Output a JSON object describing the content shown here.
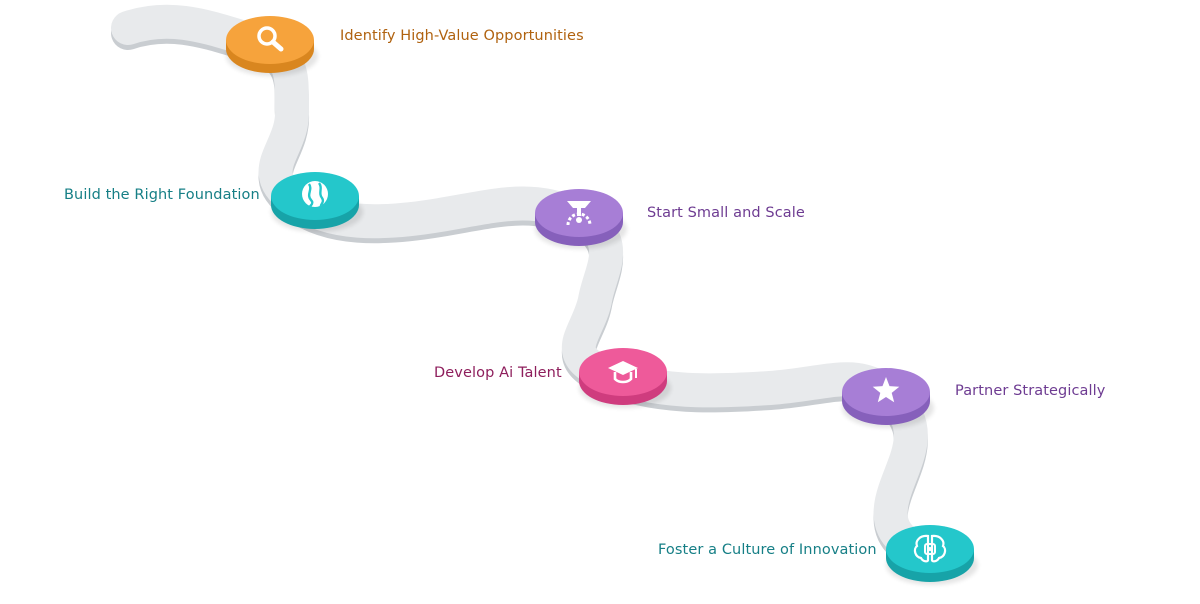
{
  "roadmap": {
    "steps": [
      {
        "label": "Identify High-Value Opportunities",
        "icon": "magnifier-icon",
        "color": "#F6A33C",
        "dark": "#D9861F",
        "text_color": "#B0620F"
      },
      {
        "label": "Build the Right Foundation",
        "icon": "globe-icon",
        "color": "#24C7CB",
        "dark": "#17A3A8",
        "text_color": "#167F86"
      },
      {
        "label": "Start Small and Scale",
        "icon": "scale-icon",
        "color": "#A77ED6",
        "dark": "#8660BB",
        "text_color": "#6E3C92"
      },
      {
        "label": "Develop Ai Talent",
        "icon": "graduation-cap-icon",
        "color": "#EE5A9A",
        "dark": "#CF3C7E",
        "text_color": "#8E1E5C"
      },
      {
        "label": "Partner Strategically",
        "icon": "star-icon",
        "color": "#A77ED6",
        "dark": "#8660BB",
        "text_color": "#6E3C92"
      },
      {
        "label": "Foster a Culture of Innovation",
        "icon": "brain-icon",
        "color": "#24C7CB",
        "dark": "#17A3A8",
        "text_color": "#167F86"
      }
    ]
  }
}
